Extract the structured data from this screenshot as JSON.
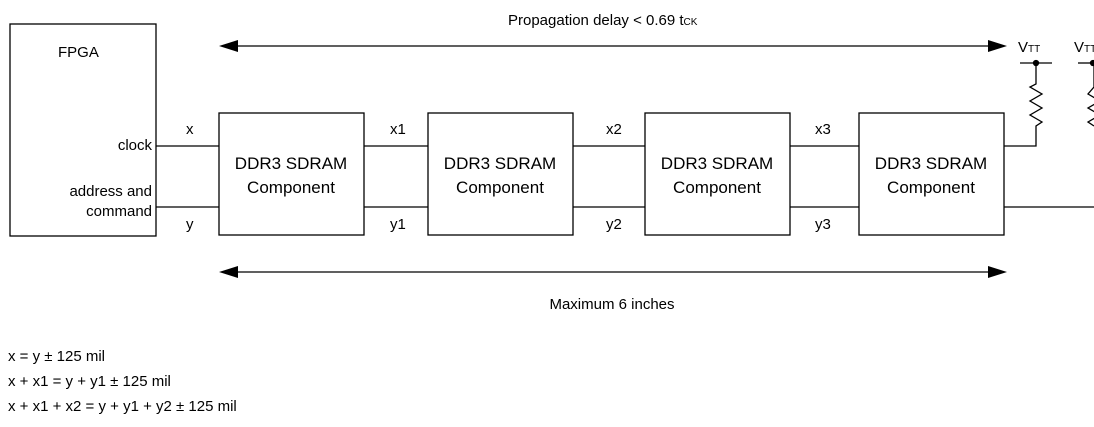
{
  "top_dimension": {
    "label": "Propagation delay < 0.69 t",
    "subscript": "CK"
  },
  "bottom_dimension": {
    "label": "Maximum 6 inches"
  },
  "fpga": {
    "title": "FPGA",
    "clock": "clock",
    "addr_line1": "address and",
    "addr_line2": "command"
  },
  "components": [
    {
      "line1": "DDR3 SDRAM",
      "line2": "Component"
    },
    {
      "line1": "DDR3 SDRAM",
      "line2": "Component"
    },
    {
      "line1": "DDR3 SDRAM",
      "line2": "Component"
    },
    {
      "line1": "DDR3 SDRAM",
      "line2": "Component"
    }
  ],
  "clock_segments": [
    "x",
    "x1",
    "x2",
    "x3"
  ],
  "addr_segments": [
    "y",
    "y1",
    "y2",
    "y3"
  ],
  "termination": {
    "label": "V",
    "subscript": "TT"
  },
  "equations": [
    "x = y ± 125 mil",
    "x + x1 = y + y1 ± 125 mil",
    "x + x1 + x2 = y + y1 + y2 ± 125 mil"
  ]
}
